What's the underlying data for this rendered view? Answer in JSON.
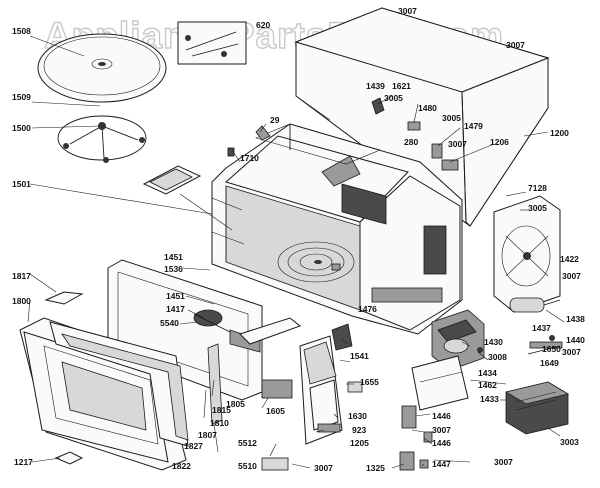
{
  "watermark": "AppliancePartsPros.com",
  "part_labels": [
    {
      "id": "l3007a",
      "text": "3007"
    },
    {
      "id": "l3007b",
      "text": "3007"
    },
    {
      "id": "l1508",
      "text": "1508"
    },
    {
      "id": "l620",
      "text": "620"
    },
    {
      "id": "l1509",
      "text": "1509"
    },
    {
      "id": "l1500",
      "text": "1500"
    },
    {
      "id": "l1439",
      "text": "1439"
    },
    {
      "id": "l1621",
      "text": "1621"
    },
    {
      "id": "l3005a",
      "text": "3005"
    },
    {
      "id": "l1480",
      "text": "1480"
    },
    {
      "id": "l3005b",
      "text": "3005"
    },
    {
      "id": "l1479",
      "text": "1479"
    },
    {
      "id": "l280",
      "text": "280"
    },
    {
      "id": "l3007c",
      "text": "3007"
    },
    {
      "id": "l1206",
      "text": "1206"
    },
    {
      "id": "l1200",
      "text": "1200"
    },
    {
      "id": "l29",
      "text": "29"
    },
    {
      "id": "l1710",
      "text": "1710"
    },
    {
      "id": "l1501",
      "text": "1501"
    },
    {
      "id": "l7128",
      "text": "7128"
    },
    {
      "id": "l3005c",
      "text": "3005"
    },
    {
      "id": "l1451a",
      "text": "1451"
    },
    {
      "id": "l1422",
      "text": "1422"
    },
    {
      "id": "l1536",
      "text": "1536"
    },
    {
      "id": "l3007d",
      "text": "3007"
    },
    {
      "id": "l1817",
      "text": "1817"
    },
    {
      "id": "l1451b",
      "text": "1451"
    },
    {
      "id": "l1800",
      "text": "1800"
    },
    {
      "id": "l1417",
      "text": "1417"
    },
    {
      "id": "l1476",
      "text": "1476"
    },
    {
      "id": "l1438",
      "text": "1438"
    },
    {
      "id": "l5540",
      "text": "5540"
    },
    {
      "id": "l1437",
      "text": "1437"
    },
    {
      "id": "l1440",
      "text": "1440"
    },
    {
      "id": "l1650",
      "text": "1650"
    },
    {
      "id": "l1430",
      "text": "1430"
    },
    {
      "id": "l3007e",
      "text": "3007"
    },
    {
      "id": "l1541",
      "text": "1541"
    },
    {
      "id": "l3008",
      "text": "3008"
    },
    {
      "id": "l1649",
      "text": "1649"
    },
    {
      "id": "l1434",
      "text": "1434"
    },
    {
      "id": "l1655",
      "text": "1655"
    },
    {
      "id": "l1462",
      "text": "1462"
    },
    {
      "id": "l1805",
      "text": "1805"
    },
    {
      "id": "l1815",
      "text": "1815"
    },
    {
      "id": "l1605",
      "text": "1605"
    },
    {
      "id": "l1433",
      "text": "1433"
    },
    {
      "id": "l1810",
      "text": "1810"
    },
    {
      "id": "l1630",
      "text": "1630"
    },
    {
      "id": "l1446a",
      "text": "1446"
    },
    {
      "id": "l1807",
      "text": "1807"
    },
    {
      "id": "l923",
      "text": "923"
    },
    {
      "id": "l3007f",
      "text": "3007"
    },
    {
      "id": "l3003",
      "text": "3003"
    },
    {
      "id": "l1827",
      "text": "1827"
    },
    {
      "id": "l1205",
      "text": "1205"
    },
    {
      "id": "l5512",
      "text": "5512"
    },
    {
      "id": "l1446b",
      "text": "1446"
    },
    {
      "id": "l1217",
      "text": "1217"
    },
    {
      "id": "l1822",
      "text": "1822"
    },
    {
      "id": "l5510",
      "text": "5510"
    },
    {
      "id": "l3007g",
      "text": "3007"
    },
    {
      "id": "l1325",
      "text": "1325"
    },
    {
      "id": "l1447",
      "text": "1447"
    },
    {
      "id": "l3007h",
      "text": "3007"
    }
  ]
}
